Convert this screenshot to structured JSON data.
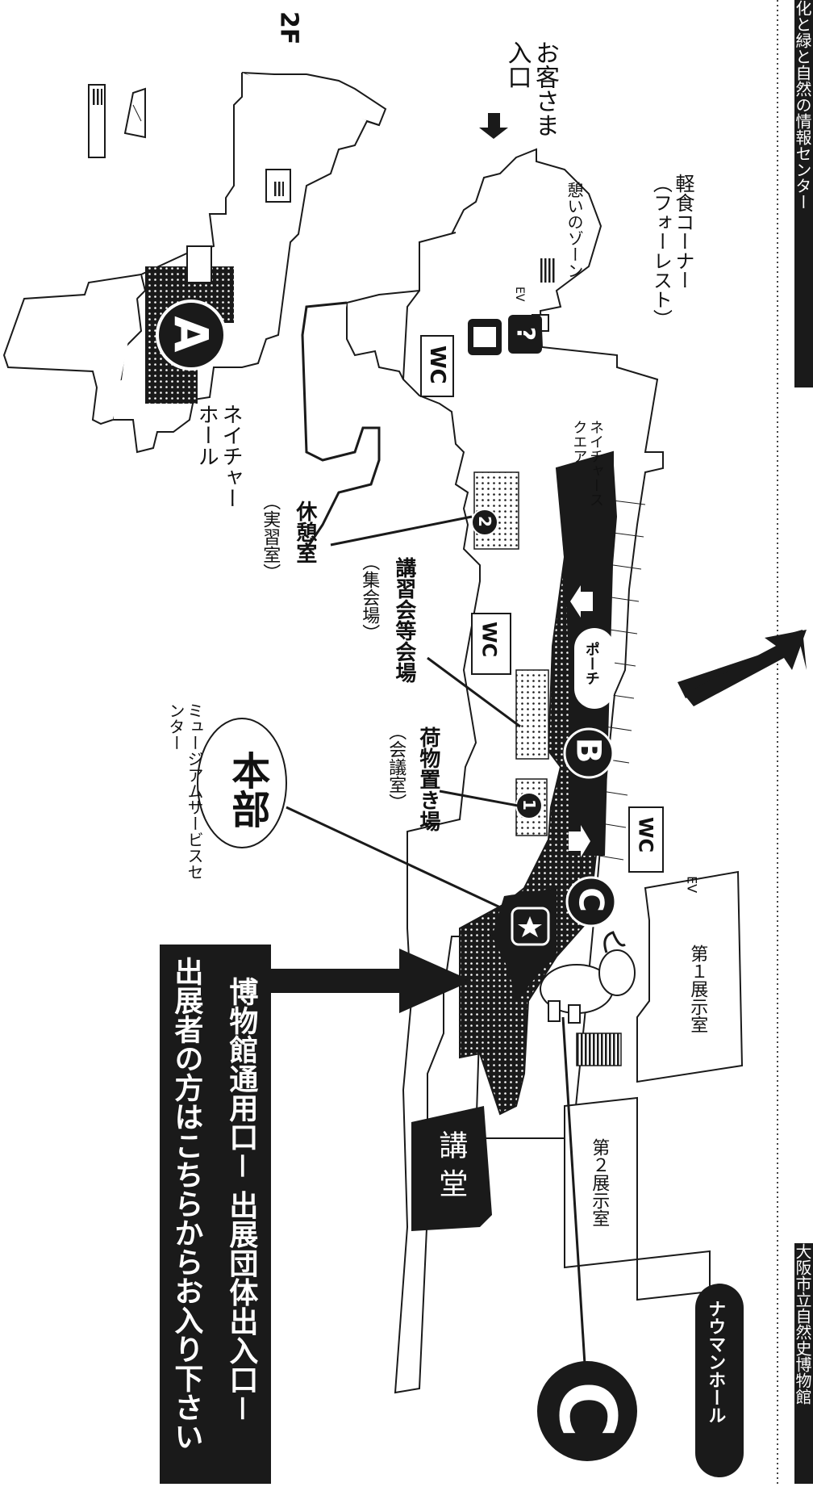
{
  "floor_label": "2F",
  "labels": {
    "customer_entrance": "お客さま入口",
    "snack_corner": "軽食コーナー（フォーレスト）",
    "rest_zone": "憩いのゾーン",
    "ev1": "EV",
    "ev2": "EV",
    "wc1": "WC",
    "wc2": "WC",
    "wc3": "WC",
    "nature_hall": "ネイチャーホール",
    "nature_square": "ネイチャースクエア",
    "rest_room": "休憩室",
    "rest_room_sub": "（実習室）",
    "lecture_hall": "講習会等会場",
    "lecture_hall_sub": "（集会場）",
    "porch": "ポーチ",
    "luggage": "荷物置き場",
    "luggage_sub": "（会議室）",
    "headquarters": "本部",
    "service_center": "ミュージアムサービスセンター",
    "exhibit1": "第１展示室",
    "exhibit2": "第２展示室",
    "auditorium": "講 堂",
    "naumann_hall": "ナウマンホール",
    "museum_entrance_line1": "博物館通用口－ 出展団体出入口－",
    "museum_entrance_line2": "出展者の方はこちらからお入り下さい",
    "top_banner": "化と緑と自然の情報センター",
    "bottom_banner": "大阪市立自然史博物館",
    "info_mark": "?"
  },
  "markers": {
    "A": "A",
    "B": "B",
    "C": "C",
    "C2": "C",
    "n1": "1",
    "n2": "2"
  },
  "colors": {
    "ink": "#1a1a1a",
    "paper": "#ffffff",
    "dot": "#ffffff"
  }
}
